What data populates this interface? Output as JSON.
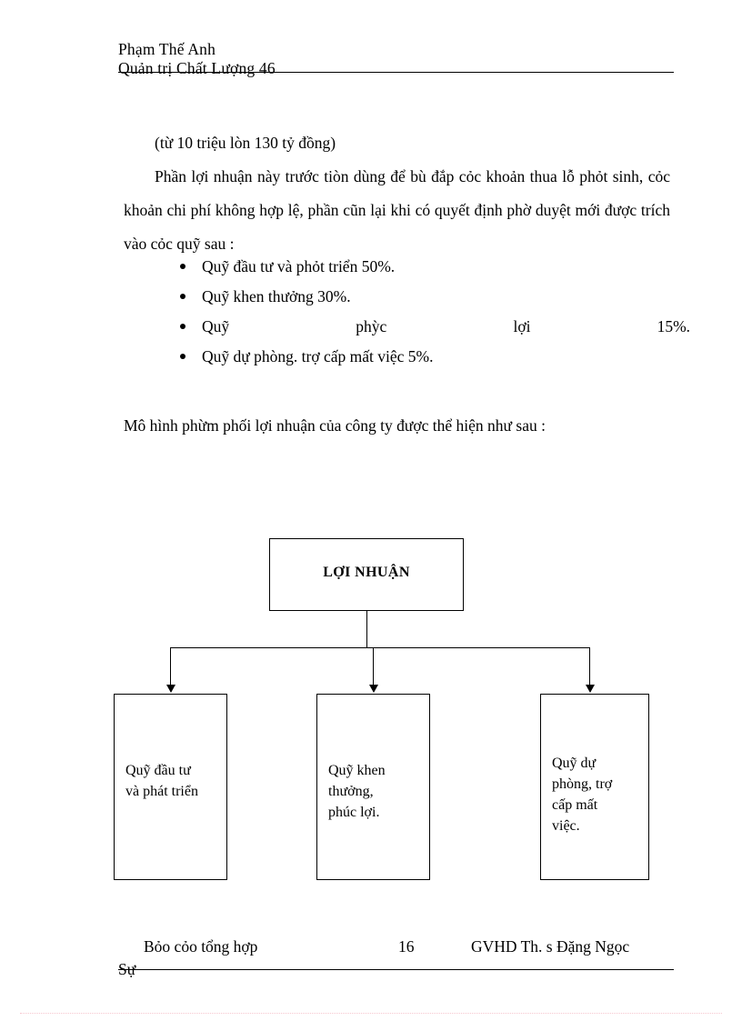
{
  "header": {
    "author": "Phạm Thế Anh",
    "course": "Quản trị Chất Lượng 46"
  },
  "body": {
    "intro_line": "(từ 10 triệu lòn 130 tỷ đồng)",
    "paragraph": "Phần lợi nhuận này trước tiòn dùng để bù đắp cỏc khoản thua lỗ phỏt sinh, cỏc khoản chi phí không hợp lệ, phần cũn lại khi có quyết định phờ duyệt mới được trích vào cỏc quỹ sau :",
    "bullets": [
      {
        "text": "Quỹ đầu tư và phỏt triển 50%.",
        "justified": false
      },
      {
        "text": "Quỹ khen thưởng 30%.",
        "justified": false
      },
      {
        "text": "Quỹ phỳc lợi 15%.",
        "justified": true,
        "segments": [
          "Quỹ",
          "phỳc",
          "lợi",
          "15%."
        ]
      },
      {
        "text": "Quỹ dự phòng. trợ cấp mất việc 5%.",
        "justified": false
      }
    ],
    "closing_line": "Mô hình phừm phối lợi nhuận của công ty được thể hiện như sau :"
  },
  "diagram": {
    "root": {
      "label": "LỢI NHUẬN"
    },
    "leaves": [
      {
        "label": "Quỹ đầu tư\nvà phát triển"
      },
      {
        "label": "Quỹ khen\nthưởng,\nphúc lợi."
      },
      {
        "label": "Quỹ dự\nphòng, trợ\ncấp mất\nviệc."
      }
    ]
  },
  "footer": {
    "left": "Bỏo cỏo tổng hợp",
    "page_number": "16",
    "right": "GVHD Th. s Đặng Ngọc",
    "right_wrap": "Sự"
  },
  "colors": {
    "text": "#000000",
    "rule": "#000000",
    "page_break": "#f7c6cf",
    "background": "#ffffff"
  }
}
